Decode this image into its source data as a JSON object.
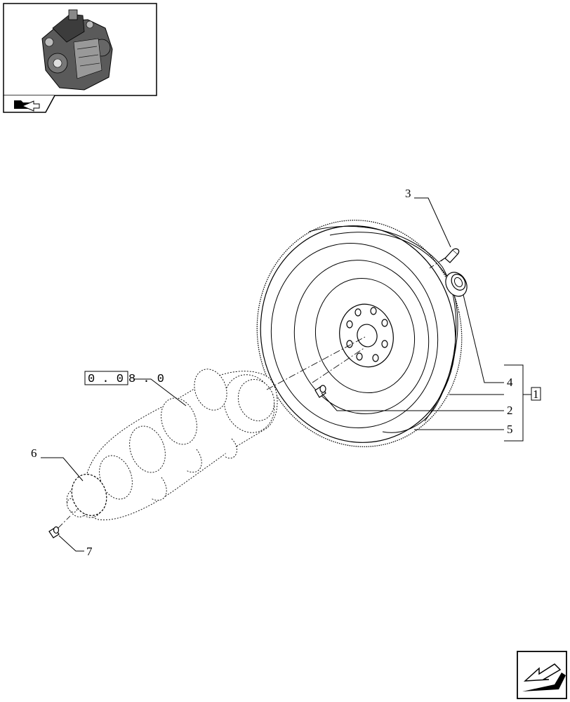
{
  "thumbnail": {
    "icon": "engine-thumbnail"
  },
  "back_icon": "folder-arrow-icon",
  "crankshaft_ref": {
    "boxed": "0 . 0",
    "rest": "8 . 0"
  },
  "callouts": {
    "c1": "1",
    "c2": "2",
    "c3": "3",
    "c4": "4",
    "c5": "5",
    "c6": "6",
    "c7": "7"
  },
  "next_icon": "next-page-arrow-icon"
}
